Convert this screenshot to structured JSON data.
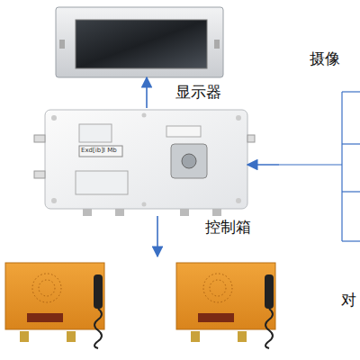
{
  "diagram": {
    "nodes": [
      {
        "text": [
          "显示器"
        ]
      },
      {
        "text": [
          "控制箱"
        ]
      },
      {
        "text": [
          "对"
        ]
      },
      {
        "text": [
          "摄像"
        ]
      }
    ],
    "edges": [
      {
        "from": 1,
        "to": 0,
        "arrow": "to"
      },
      {
        "from": 1,
        "to": 2,
        "arrow": "to"
      },
      {
        "from": 3,
        "to": 1,
        "arrow": "to"
      }
    ],
    "labels": [
      "Exd[ib]I Mb"
    ]
  }
}
